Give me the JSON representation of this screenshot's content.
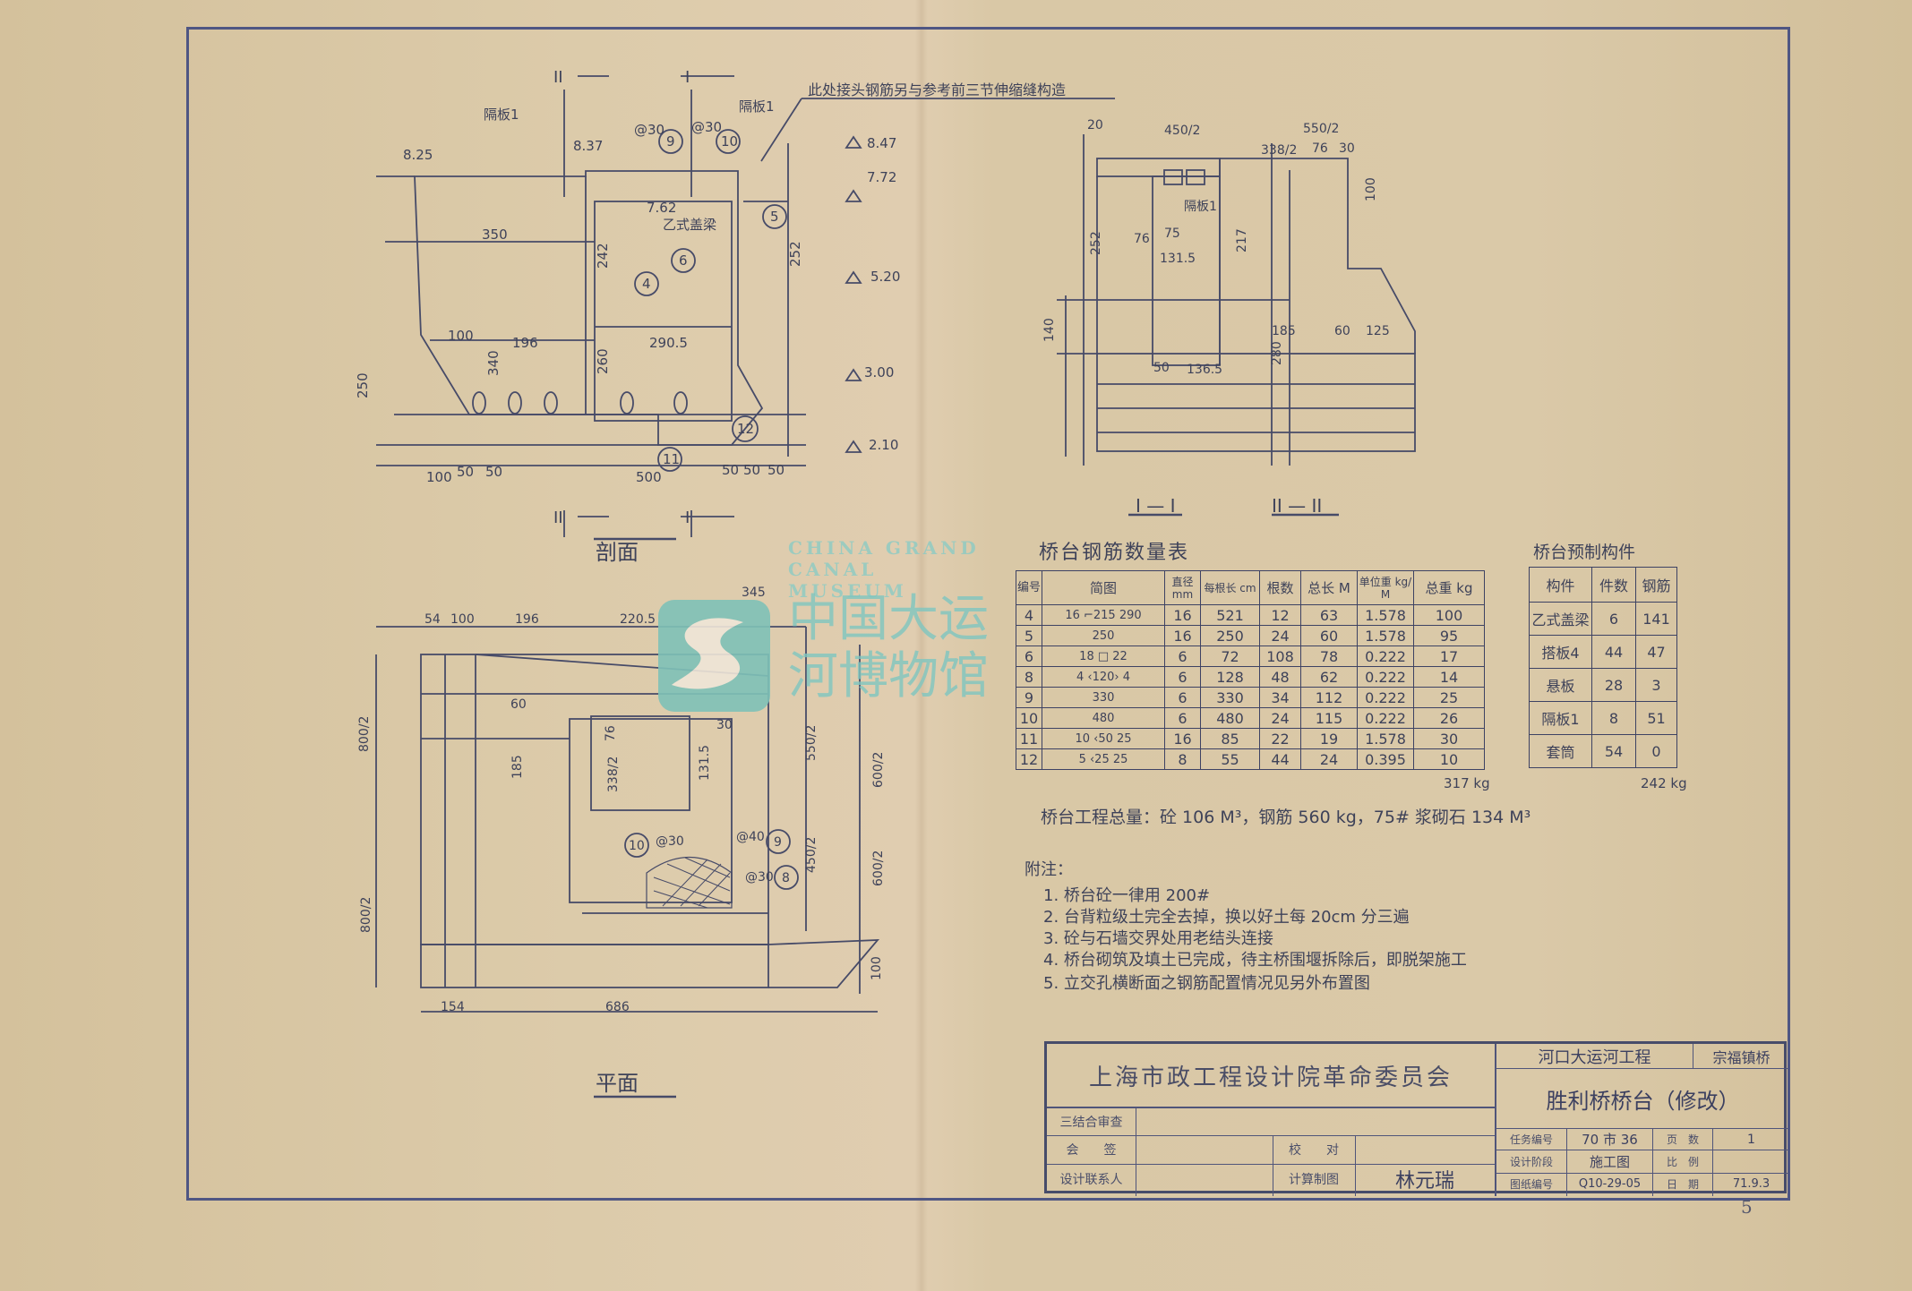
{
  "drawing_labels": {
    "section_title": "剖面",
    "plan_title": "平面",
    "elev_1": "I — I",
    "elev_2": "II — II",
    "section_mark_2": "II",
    "section_mark_1": "I",
    "top_note": "此处接头钢筋另与参考前三节伸缩缝构造"
  },
  "section_dims": [
    "8.25",
    "8.37",
    "8.47",
    "7.72",
    "7.62",
    "350",
    "242",
    "252",
    "5.20",
    "196",
    "100",
    "340",
    "290.5",
    "260",
    "250",
    "3.00",
    "2.10",
    "500",
    "100",
    "50",
    "50",
    "50",
    "50",
    "50",
    "隔板1",
    "隔板1",
    "@30",
    "@30",
    "乙式盖梁",
    "9",
    "10",
    "5",
    "6",
    "4",
    "12",
    "11"
  ],
  "elev_dims": [
    "20",
    "450/2",
    "550/2",
    "338/2",
    "76",
    "30",
    "100",
    "252",
    "76",
    "75",
    "131.5",
    "217",
    "185",
    "60",
    "125",
    "140",
    "280",
    "50",
    "136.5",
    "隔板1"
  ],
  "plan_dims": [
    "54",
    "100",
    "196",
    "220.5",
    "345",
    "800/2",
    "185",
    "76",
    "338/2",
    "131.5",
    "550/2",
    "600/2",
    "450/2",
    "600/2",
    "800/2",
    "100",
    "154",
    "686",
    "60",
    "30",
    "10",
    "9",
    "8",
    "@30",
    "@40",
    "@30"
  ],
  "rebar_table": {
    "title": "桥台钢筋数量表",
    "headers": [
      "编号",
      "简图",
      "直径 mm",
      "每根长 cm",
      "根数",
      "总长 M",
      "单位重 kg/M",
      "总重 kg"
    ],
    "rows": [
      [
        "4",
        "16 ⌐215 290",
        "16",
        "521",
        "12",
        "63",
        "1.578",
        "100"
      ],
      [
        "5",
        "250",
        "16",
        "250",
        "24",
        "60",
        "1.578",
        "95"
      ],
      [
        "6",
        "18 □ 22",
        "6",
        "72",
        "108",
        "78",
        "0.222",
        "17"
      ],
      [
        "8",
        "4 ‹120› 4",
        "6",
        "128",
        "48",
        "62",
        "0.222",
        "14"
      ],
      [
        "9",
        "330",
        "6",
        "330",
        "34",
        "112",
        "0.222",
        "25"
      ],
      [
        "10",
        "480",
        "6",
        "480",
        "24",
        "115",
        "0.222",
        "26"
      ],
      [
        "11",
        "10 ‹50 25",
        "16",
        "85",
        "22",
        "19",
        "1.578",
        "30"
      ],
      [
        "12",
        "5 ‹25 25",
        "8",
        "55",
        "44",
        "24",
        "0.395",
        "10"
      ]
    ],
    "total": "317 kg"
  },
  "prefab_table": {
    "title": "桥台预制构件",
    "headers": [
      "构件",
      "件数",
      "钢筋"
    ],
    "rows": [
      [
        "乙式盖梁",
        "6",
        "141"
      ],
      [
        "搭板4",
        "44",
        "47"
      ],
      [
        "悬板",
        "28",
        "3"
      ],
      [
        "隔板1",
        "8",
        "51"
      ],
      [
        "套筒",
        "54",
        "0"
      ]
    ],
    "total": "242 kg"
  },
  "quantities": "桥台工程总量：砼 106 M³，钢筋 560 kg，75# 浆砌石 134 M³",
  "notes": {
    "heading": "附注：",
    "items": [
      "1.  桥台砼一律用 200#",
      "2.  台背粒级土完全去掉，换以好土每 20cm 分三遍",
      "3.  砼与石墙交界处用老结头连接",
      "4.  桥台砌筑及填土已完成，待主桥围堰拆除后，即脱架施工",
      "5.  立交孔横断面之钢筋配置情况见另外布置图"
    ]
  },
  "title_block": {
    "org": "上海市政工程设计院革命委员会",
    "project": "河口大运河工程",
    "location": "宗福镇桥",
    "drawing_title": "胜利桥桥台（修改）",
    "labels": {
      "review": "三结合审查",
      "countersign": "会　　签",
      "contact": "设计联系人",
      "check": "校　　对",
      "drafter": "计算制图",
      "task_no": "任务编号",
      "stage": "设计阶段",
      "dwg_no": "图纸编号",
      "pages": "页　数",
      "scale": "比　例",
      "date": "日　期"
    },
    "values": {
      "drafter": "林元瑞",
      "task_no": "70 市 36",
      "stage": "施工图",
      "dwg_no": "Q10-29-05",
      "pages": "1",
      "scale": "",
      "date": "71.9.3"
    }
  },
  "page_number": "5",
  "watermark": {
    "cn": "中国大运河博物馆",
    "en": "CHINA GRAND CANAL MUSEUM"
  },
  "colors": {
    "paper": "#d7c5a2",
    "ink": "#3e4259",
    "frame": "#4f5683",
    "watermark": "#7fc2b8"
  }
}
